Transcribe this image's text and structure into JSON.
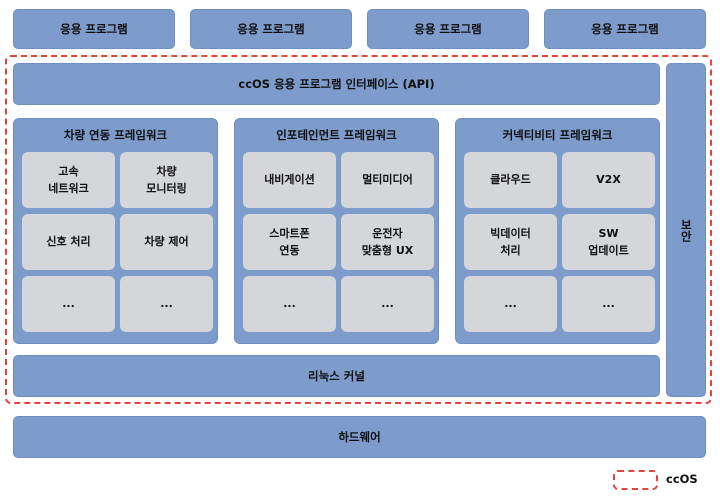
{
  "top_apps": [
    "응용 프로그램",
    "응용 프로그램",
    "응용 프로그램",
    "응용 프로그램"
  ],
  "api_label": "ccOS 응용 프로그램 인터페이스 (API)",
  "frameworks": [
    {
      "title": "차량 연동 프레임워크",
      "items": [
        "고속\n네트워크",
        "차량\n모니터링",
        "신호 처리",
        "차량 제어",
        "...",
        "..."
      ]
    },
    {
      "title": "인포테인먼트 프레임워크",
      "items": [
        "내비게이션",
        "멀티미디어",
        "스마트폰\n연동",
        "운전자\n맞춤형 UX",
        "...",
        "..."
      ]
    },
    {
      "title": "커넥티비티 프레임워크",
      "items": [
        "클라우드",
        "V2X",
        "빅데이터\n처리",
        "SW\n업데이트",
        "...",
        "..."
      ]
    }
  ],
  "side_label": "보안",
  "kernel_label": "리눅스 커널",
  "hardware_label": "하드웨어",
  "legend_label": "ccOS",
  "colors": {
    "box_fill": "#7d9ccc",
    "tile_fill": "#d4d6da",
    "dashed_border": "#e0443a"
  }
}
